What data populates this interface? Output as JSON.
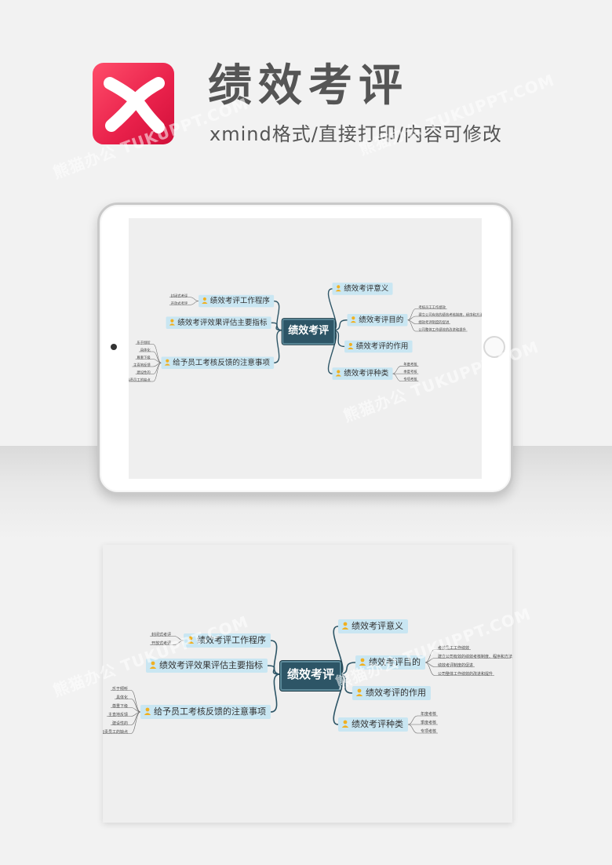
{
  "header": {
    "title": "绩效考评",
    "subtitle": "xmind格式/直接打印/内容可修改",
    "logo_letter": "X",
    "logo_color": "#e8204a"
  },
  "watermark": "熊猫办公 TUKUPPT.COM",
  "mindmap": {
    "center": "绩效考评",
    "right": [
      {
        "label": "绩效考评意义",
        "leaves": []
      },
      {
        "label": "绩效考评目的",
        "leaves": [
          "考核员工工作绩效",
          "建立公司有效的绩效考核制度、程序和方法",
          "绩效考评制度的促进",
          "公司整体工作绩效的改进和提升"
        ]
      },
      {
        "label": "绩效考评的作用",
        "leaves": []
      },
      {
        "label": "绩效考评种类",
        "leaves": [
          "年度考核",
          "季度考核",
          "专项考核"
        ]
      }
    ],
    "left": [
      {
        "label": "绩效考评工作程序",
        "leaves": [
          "封闭式考评",
          "开放式考评"
        ]
      },
      {
        "label": "绩效考评效果评估主要指标",
        "leaves": []
      },
      {
        "label": "给予员工考核反馈的注意事项",
        "leaves": [
          "乐于倾听",
          "具体化",
          "尊重下级",
          "主直地反馈",
          "建设性的",
          "不兼过多指责员工的缺点"
        ]
      }
    ]
  },
  "colors": {
    "center_bg": "#2d5566",
    "branch_bg": "#c9e6f2",
    "line": "#2d5566",
    "icon": "#f0b020"
  }
}
